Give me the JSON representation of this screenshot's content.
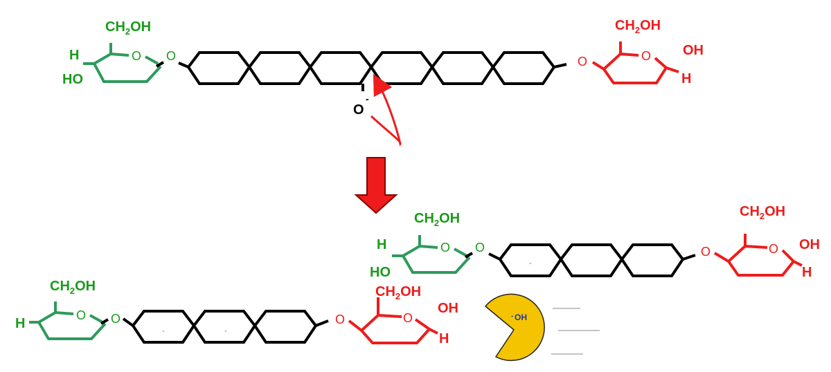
{
  "colors": {
    "left_sugar": "#1a9b1a",
    "right_sugar": "#ee1c1c",
    "chain": "#000000",
    "arrow": "#ee1c1c",
    "pacman": "#f5c400",
    "pacman_text": "#2233aa"
  },
  "top_molecule": {
    "left_sugar": {
      "ch2oh": "CH",
      "ch2oh_sub": "2",
      "ch2oh_end": "OH",
      "h": "H",
      "ho": "HO",
      "ring_o": "O",
      "link_o": "O"
    },
    "right_sugar": {
      "ch2oh": "CH",
      "ch2oh_sub": "2",
      "ch2oh_end": "OH",
      "oh": "OH",
      "h": "H",
      "ring_o": "O",
      "link_o": "O"
    },
    "alkoxide": {
      "o": "O",
      "charge": "-"
    }
  },
  "bottom_right_molecule": {
    "left_sugar": {
      "ch2oh": "CH",
      "ch2oh_sub": "2",
      "ch2oh_end": "OH",
      "h": "H",
      "ho": "HO",
      "ring_o": "O",
      "link_o": "O"
    },
    "right_sugar": {
      "ch2oh": "CH",
      "ch2oh_sub": "2",
      "ch2oh_end": "OH",
      "oh": "OH",
      "h": "H",
      "ring_o": "O",
      "link_o": "O"
    },
    "ring_mark": "-"
  },
  "bottom_left_molecule": {
    "left_sugar": {
      "ch2oh": "CH",
      "ch2oh_sub": "2",
      "ch2oh_end": "OH",
      "h": "H",
      "ring_o": "O",
      "link_o": "O"
    },
    "right_sugar": {
      "ch2oh": "CH",
      "ch2oh_sub": "2",
      "ch2oh_end": "OH",
      "oh": "OH",
      "h": "H",
      "ring_o": "O",
      "link_o": "O"
    },
    "ring_marks": [
      "-",
      "-"
    ]
  },
  "pacman": {
    "charge": "-",
    "label": "OH"
  }
}
